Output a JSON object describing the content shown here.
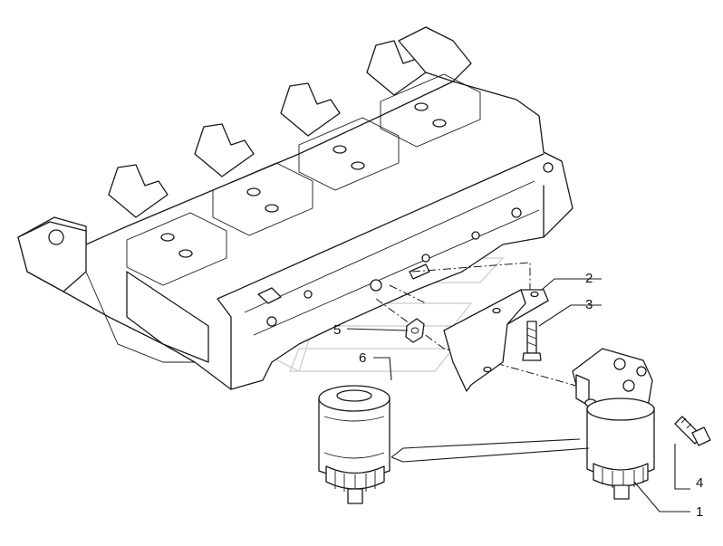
{
  "diagram": {
    "callouts": [
      {
        "id": "c1",
        "label": "1"
      },
      {
        "id": "c2",
        "label": "2"
      },
      {
        "id": "c3",
        "label": "3"
      },
      {
        "id": "c4",
        "label": "4"
      },
      {
        "id": "c5",
        "label": "5"
      },
      {
        "id": "c6",
        "label": "6"
      }
    ],
    "colors": {
      "line": "#1a1a1a",
      "background": "#ffffff",
      "watermark": "#c9c9c9"
    }
  }
}
